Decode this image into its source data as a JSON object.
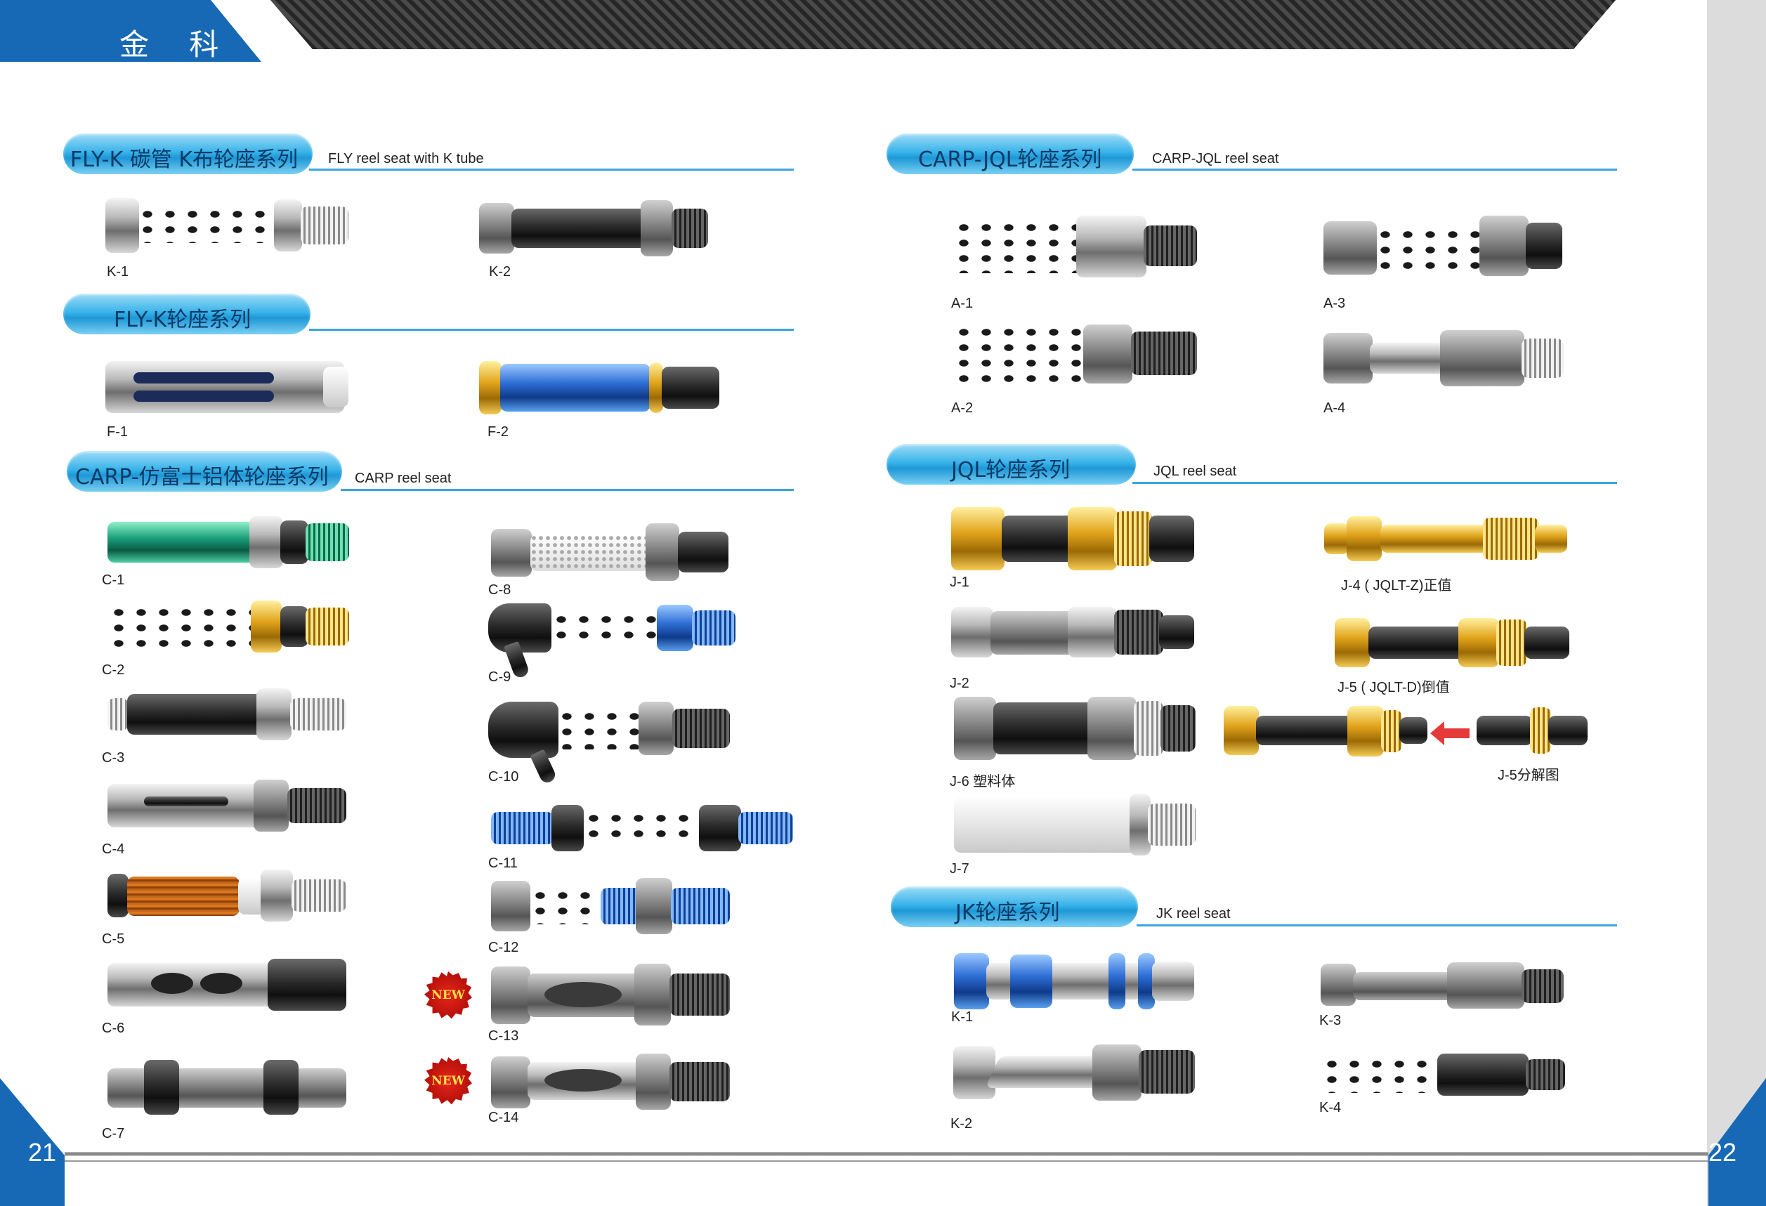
{
  "header": {
    "brand": "金 科"
  },
  "pages": {
    "left": "21",
    "right": "22"
  },
  "sections": {
    "fly_k_tube": {
      "cn": "FLY-K 碳管 K布轮座系列",
      "en": "FLY reel seat with K tube"
    },
    "fly_k": {
      "cn": "FLY-K轮座系列",
      "en": ""
    },
    "carp": {
      "cn": "CARP-仿富士铝体轮座系列",
      "en": "CARP reel seat"
    },
    "carp_jql": {
      "cn": "CARP-JQL轮座系列",
      "en": "CARP-JQL reel seat"
    },
    "jql": {
      "cn": "JQL轮座系列",
      "en": "JQL reel seat"
    },
    "jk": {
      "cn": "JK轮座系列",
      "en": "JK reel seat"
    }
  },
  "items": {
    "k1_left": "K-1",
    "k2_left": "K-2",
    "f1": "F-1",
    "f2": "F-2",
    "c1": "C-1",
    "c2": "C-2",
    "c3": "C-3",
    "c4": "C-4",
    "c5": "C-5",
    "c6": "C-6",
    "c7": "C-7",
    "c8": "C-8",
    "c9": "C-9",
    "c10": "C-10",
    "c11": "C-11",
    "c12": "C-12",
    "c13": "C-13",
    "c14": "C-14",
    "a1": "A-1",
    "a2": "A-2",
    "a3": "A-3",
    "a4": "A-4",
    "j1": "J-1",
    "j2": "J-2",
    "j4": "J-4 ( JQLT-Z)正值",
    "j5": "J-5 ( JQLT-D)倒值",
    "j6": "J-6  塑料体",
    "j7": "J-7",
    "j5_exploded": "J-5分解图",
    "k1_right": "K-1",
    "k2_right": "K-2",
    "k3": "K-3",
    "k4": "K-4"
  },
  "badges": {
    "new": "NEW"
  },
  "colors": {
    "brand_blue": "#1769b5",
    "section_line": "#3aa4e0",
    "badge_red": "#d8201a",
    "arrow_red": "#e53a3a"
  }
}
